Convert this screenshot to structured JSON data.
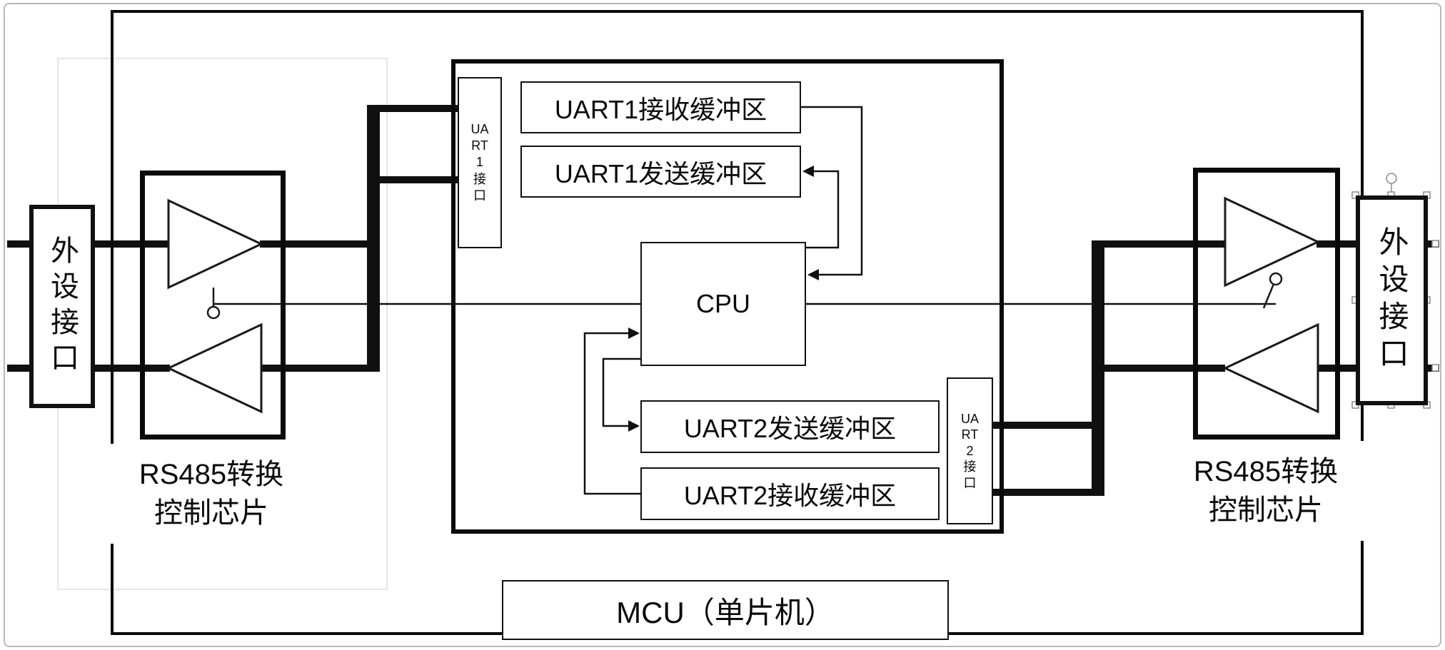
{
  "colors": {
    "line": "#101010",
    "border": "#000000",
    "background": "#ffffff",
    "selection_gray": "#8a8a8a",
    "faint_gray": "#dedede"
  },
  "blocks": {
    "peripheral_left": {
      "label": "外设接口"
    },
    "peripheral_right": {
      "label": "外设接口"
    },
    "rs485_left": {
      "label": "RS485转换\n控制芯片"
    },
    "rs485_right": {
      "label": "RS485转换\n控制芯片"
    },
    "mcu": {
      "label": "MCU（单片机）"
    },
    "cpu": {
      "label": "CPU"
    },
    "uart1_interface": {
      "label": "UART1接口",
      "stacked": "UA\nRT\n1\n接\n口"
    },
    "uart2_interface": {
      "label": "UART2接口",
      "stacked": "UA\nRT\n2\n接\n口"
    },
    "uart1_rx_buffer": {
      "label": "UART1接收缓冲区"
    },
    "uart1_tx_buffer": {
      "label": "UART1发送缓冲区"
    },
    "uart2_tx_buffer": {
      "label": "UART2发送缓冲区"
    },
    "uart2_rx_buffer": {
      "label": "UART2接收缓冲区"
    }
  }
}
